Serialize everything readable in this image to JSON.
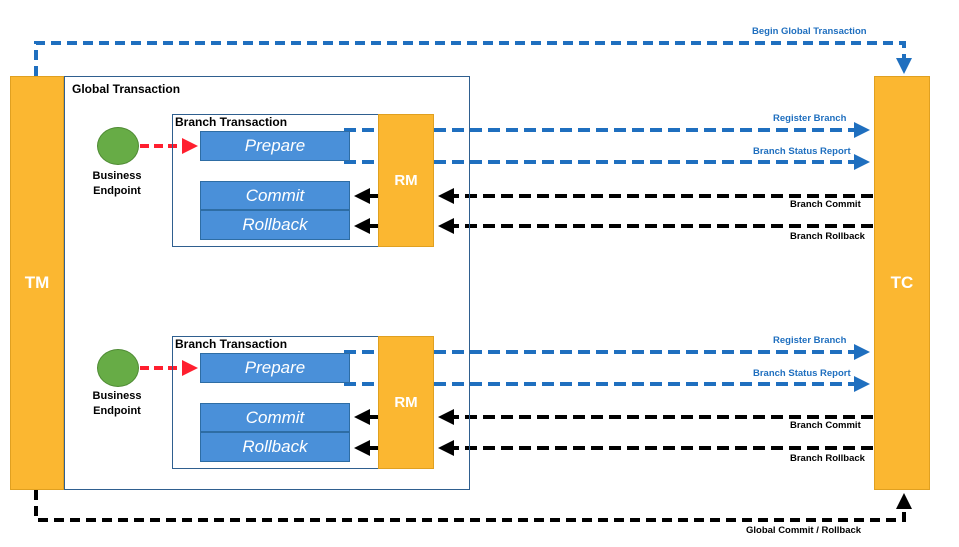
{
  "tm_label": "TM",
  "tc_label": "TC",
  "global_transaction_title": "Global Transaction",
  "begin_global_label": "Begin Global Transaction",
  "global_commit_label": "Global Commit / Rollback",
  "branches": [
    {
      "title": "Branch Transaction",
      "rm_label": "RM",
      "prepare_label": "Prepare",
      "commit_label": "Commit",
      "rollback_label": "Rollback",
      "endpoint_line1": "Business",
      "endpoint_line2": "Endpoint",
      "register_label": "Register Branch",
      "status_label": "Branch Status Report",
      "branch_commit_label": "Branch Commit",
      "branch_rollback_label": "Branch Rollback"
    },
    {
      "title": "Branch Transaction",
      "rm_label": "RM",
      "prepare_label": "Prepare",
      "commit_label": "Commit",
      "rollback_label": "Rollback",
      "endpoint_line1": "Business",
      "endpoint_line2": "Endpoint",
      "register_label": "Register Branch",
      "status_label": "Branch Status Report",
      "branch_commit_label": "Branch Commit",
      "branch_rollback_label": "Branch Rollback"
    }
  ],
  "colors": {
    "bar": "#fbb731",
    "op_box": "#4a90d9",
    "endpoint": "#67ac46",
    "blue_arrow": "#1f6fbf",
    "black_arrow": "#000000",
    "red_arrow": "#ff1f2f"
  }
}
